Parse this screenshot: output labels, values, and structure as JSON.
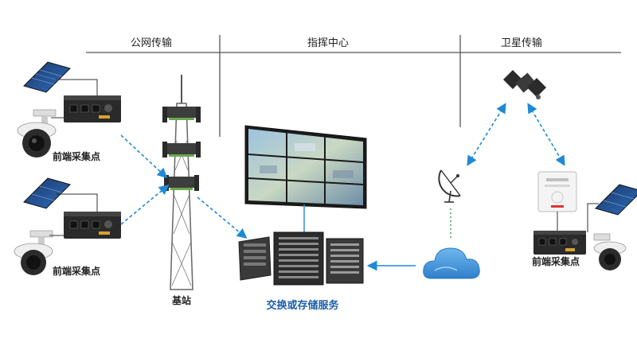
{
  "sections": {
    "public_network": "公网传输",
    "command_center": "指挥中心",
    "satellite": "卫星传输"
  },
  "labels": {
    "front_end_1": "前端采集点",
    "front_end_2": "前端采集点",
    "front_end_3": "前端采集点",
    "base_station": "基站",
    "exchange_storage": "交换或存储服务"
  },
  "colors": {
    "link_blue": "#1e8ad6",
    "label_blue": "#1d5fa8",
    "cloud_blue": "#3a8fd6",
    "device_dark": "#2a2a2a"
  },
  "icons": [
    "solar-panel-icon",
    "dome-camera-icon",
    "terminal-box-icon",
    "signal-tower-icon",
    "video-wall-icon",
    "server-rack-icon",
    "satellite-icon",
    "satellite-dish-icon",
    "cloud-icon",
    "indoor-unit-icon"
  ]
}
